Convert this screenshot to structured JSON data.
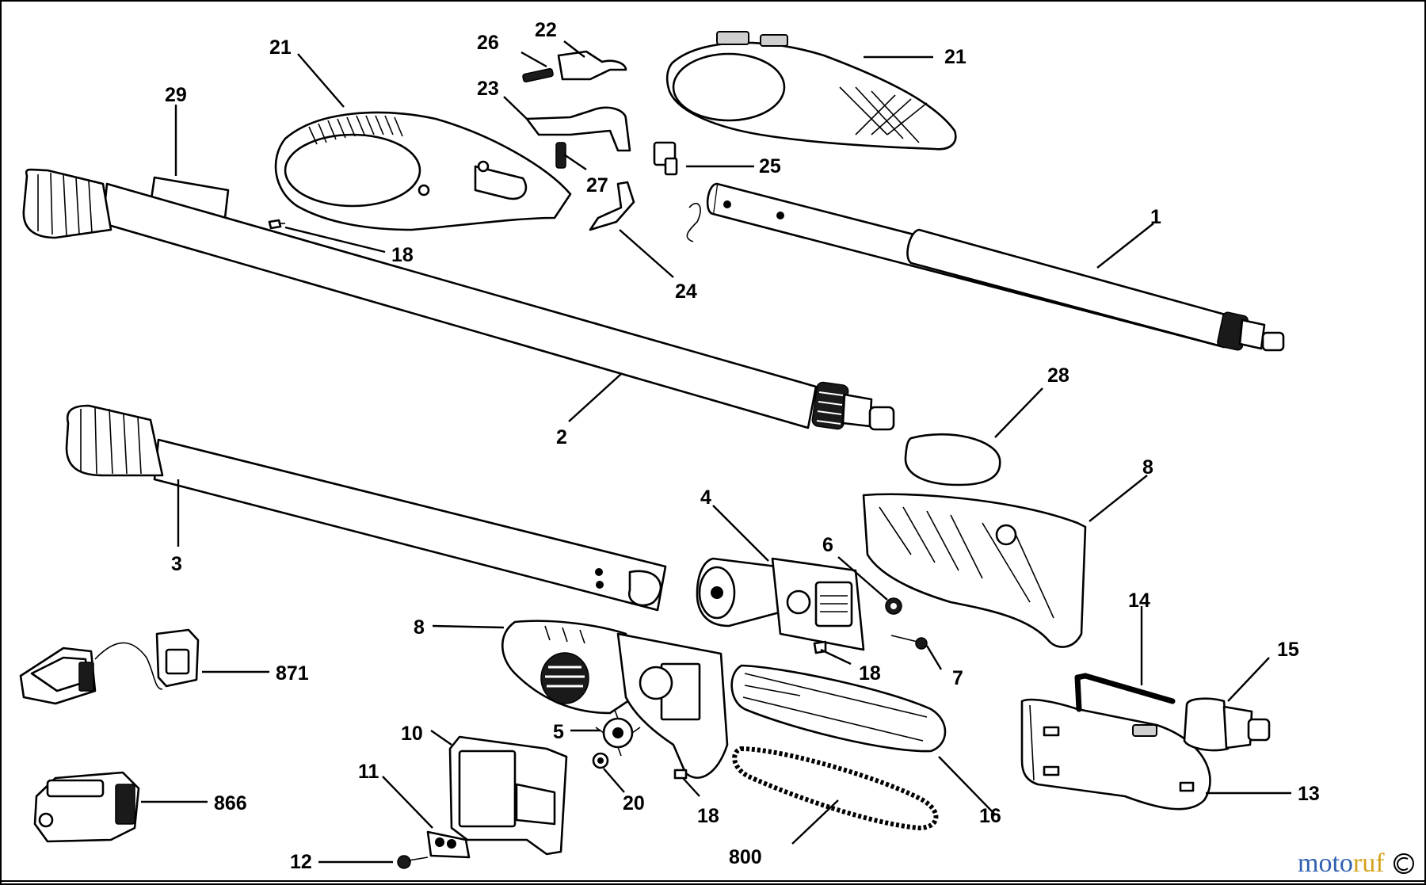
{
  "callouts": {
    "c1": "1",
    "c2": "2",
    "c3": "3",
    "c4": "4",
    "c5": "5",
    "c6": "6",
    "c7": "7",
    "c8a": "8",
    "c8b": "8",
    "c10": "10",
    "c11": "11",
    "c12": "12",
    "c13": "13",
    "c14": "14",
    "c15": "15",
    "c16": "16",
    "c18a": "18",
    "c18b": "18",
    "c18c": "18",
    "c20": "20",
    "c21a": "21",
    "c21b": "21",
    "c22": "22",
    "c23": "23",
    "c24": "24",
    "c25": "25",
    "c26": "26",
    "c27": "27",
    "c28": "28",
    "c29": "29",
    "c800": "800",
    "c866": "866",
    "c871": "871"
  },
  "watermark": {
    "part1": "moto",
    "part2": "ruf"
  }
}
